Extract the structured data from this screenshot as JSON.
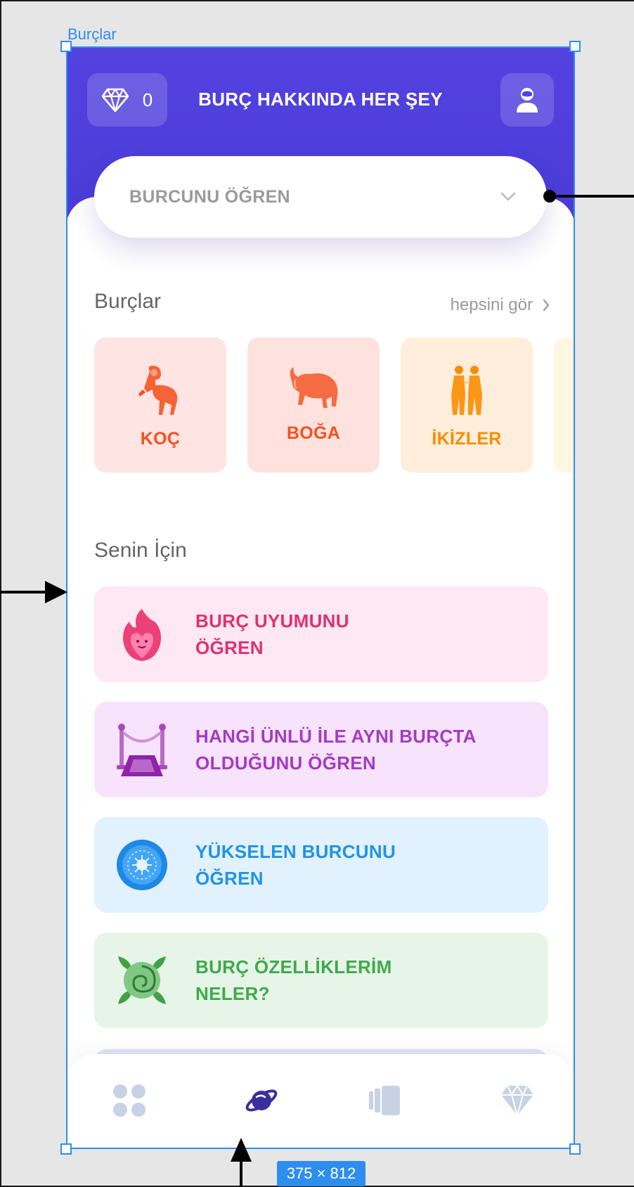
{
  "frame": {
    "label": "Burçlar",
    "size_label": "375 × 812"
  },
  "header": {
    "gem_count": "0",
    "title": "BURÇ HAKKINDA HER ŞEY"
  },
  "dropdown": {
    "label": "BURCUNU ÖĞREN"
  },
  "zodiac_section": {
    "title": "Burçlar",
    "see_all": "hepsini gör",
    "items": [
      {
        "label": "KOÇ",
        "icon": "ram-icon",
        "bg": "#ffe4e4",
        "color": "#f4511e"
      },
      {
        "label": "BOĞA",
        "icon": "bull-icon",
        "bg": "#ffe2de",
        "color": "#f4511e"
      },
      {
        "label": "İKİZLER",
        "icon": "twins-icon",
        "bg": "#ffeedb",
        "color": "#fb8c00"
      }
    ]
  },
  "for_you_section": {
    "title": "Senin İçin",
    "items": [
      {
        "line1": "BURÇ UYUMUNU",
        "line2": "ÖĞREN",
        "icon": "flaming-heart-icon",
        "bg": "#fde8f3",
        "color": "#e0306e"
      },
      {
        "line1": "HANGİ ÜNLÜ İLE AYNI BURÇTA",
        "line2": "OLDUĞUNU ÖĞREN",
        "icon": "red-carpet-icon",
        "bg": "#f8e3fd",
        "color": "#a43bc2"
      },
      {
        "line1": "YÜKSELEN BURCUNU",
        "line2": "ÖĞREN",
        "icon": "zodiac-wheel-icon",
        "bg": "#e1f1fd",
        "color": "#2193e6"
      },
      {
        "line1": "BURÇ ÖZELLİKLERİM",
        "line2": "NELER?",
        "icon": "rose-icon",
        "bg": "#e7f5e8",
        "color": "#3eaa4a"
      }
    ]
  },
  "colors": {
    "header": "#5342e0",
    "nav_active": "#3b2f9c",
    "nav_inactive": "#c7d2e4",
    "selection": "#2d8ef0"
  },
  "bottom_nav": {
    "items": [
      {
        "icon": "grid-icon",
        "active": false
      },
      {
        "icon": "planet-icon",
        "active": true
      },
      {
        "icon": "cards-icon",
        "active": false
      },
      {
        "icon": "diamond-icon",
        "active": false
      }
    ]
  }
}
